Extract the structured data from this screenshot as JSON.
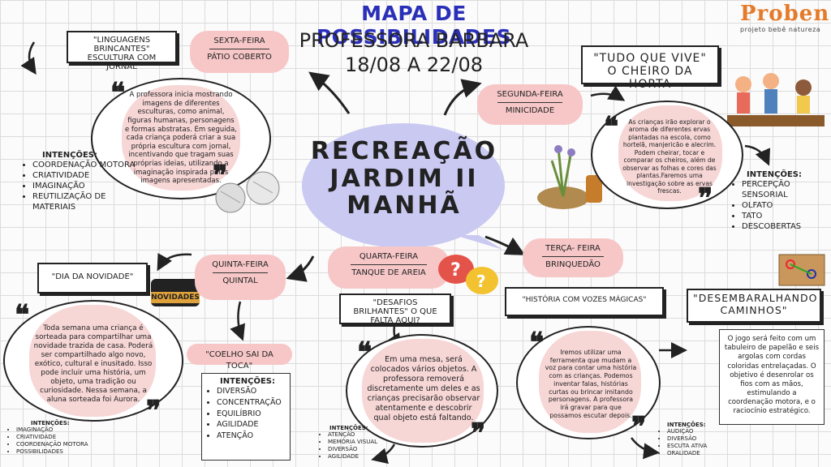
{
  "header": {
    "title": "MAPA DE POSSIBILIDADES",
    "teacher": "PROFESSORA BÁRBARA",
    "dates": "18/08 A 22/08"
  },
  "logo": {
    "name": "Proben",
    "tagline": "projeto bebê natureza"
  },
  "center": {
    "line1": "RECREAÇÃO",
    "line2": "JARDIM II",
    "line3": "MANHÃ"
  },
  "friday": {
    "activity": "\"LINGUAGENS BRINCANTES\" ESCULTURA COM JORNAL",
    "day": "SEXTA-FEIRA",
    "place": "PÁTIO COBERTO",
    "description": "A professora inicia mostrando imagens de diferentes esculturas, como animal, figuras humanas, personagens e formas abstratas. Em seguida, cada criança poderá criar a sua própria escultura com jornal, incentivando que tragam suas próprias ideias, utilizando a imaginação inspirada pelas imagens apresentadas.",
    "intentions_title": "INTENÇÕES:",
    "intentions": [
      "COORDENAÇÃO MOTORA",
      "CRIATIVIDADE",
      "IMAGINAÇÃO",
      "REUTILIZAÇÃO DE MATERIAIS"
    ]
  },
  "monday": {
    "activity": "\"TUDO QUE VIVE\" O CHEIRO DA HORTA",
    "day": "SEGUNDA-FEIRA",
    "place": "MINICIDADE",
    "description": "As crianças irão explorar o aroma de diferentes ervas plantadas na escola, como hortelã, manjericão e alecrim. Podem cheirar, tocar e comparar os cheiros, além de observar as folhas e cores das plantas.Faremos uma investigação sobre as ervas frescas.",
    "intentions_title": "INTENÇÕES:",
    "intentions": [
      "PERCEPÇÃO SENSORIAL",
      "OLFATO",
      "TATO",
      "DESCOBERTAS"
    ]
  },
  "thursday": {
    "activity": "\"DIA DA NOVIDADE\"",
    "badge": "NOVIDADES",
    "day": "QUINTA-FEIRA",
    "place": "QUINTAL",
    "song": "\"COELHO SAI DA TOCA\"",
    "description": "Toda semana uma criança é sorteada para compartilhar uma novidade trazida de casa. Poderá ser compartilhado algo novo, exótico, cultural e inusitado. Isso pode incluir uma história, um objeto, uma tradição ou curiosidade. Nessa semana, a aluna sorteada foi Aurora.",
    "intentions_title": "INTENÇÕES:",
    "intentions": [
      "IMAGINAÇÃO",
      "CRIATIVIDADE",
      "COORDENAÇÃO MOTORA",
      "POSSIBILIDADES"
    ],
    "song_intentions_title": "INTENÇÕES:",
    "song_intentions": [
      "DIVERSÃO",
      "CONCENTRAÇÃO",
      "EQUILÍBRIO",
      "AGILIDADE",
      "ATENÇÃO"
    ]
  },
  "wednesday": {
    "day": "QUARTA-FEIRA",
    "place": "TANQUE DE AREIA",
    "activity": "\"DESAFIOS BRILHANTES\" O QUE FALTA AQUI?",
    "description": "Em uma mesa, será colocados vários objetos. A professora removerá discretamente um deles e as crianças precisarão observar atentamente e descobrir qual objeto está faltando.",
    "intentions_title": "INTENÇÕES:",
    "intentions": [
      "ATENÇÃO",
      "MEMÓRIA VISUAL",
      "DIVERSÃO",
      "AGILIDADE"
    ]
  },
  "tuesday": {
    "day": "TERÇA- FEIRA",
    "place": "BRINQUEDÃO",
    "activity": "\"HISTÓRIA COM VOZES MÁGICAS\"",
    "description": "Iremos utilizar uma ferramenta que mudam a voz para contar uma história com as crianças. Podemos inventar falas, histórias curtas ou brincar imitando personagens. A professora irá gravar para que possamos escutar depois.",
    "intentions_title": "INTENÇÕES:",
    "intentions": [
      "AUDIÇÃO",
      "DIVERSÃO",
      "ESCUTA ATIVA",
      "ORALIDADE"
    ]
  },
  "extra": {
    "activity": "\"DESEMBARALHANDO CAMINHOS\"",
    "description": "O jogo será feito com um tabuleiro de papelão e seis argolas com cordas coloridas entrelaçadas. O objetivo é desenrolar os fios com as mãos, estimulando a coordenação motora, e o raciocínio estratégico."
  },
  "colors": {
    "title": "#2a2fb8",
    "pink": "#f7c7c8",
    "cloud": "#c9c9f2",
    "logo": "#e57b2a"
  }
}
